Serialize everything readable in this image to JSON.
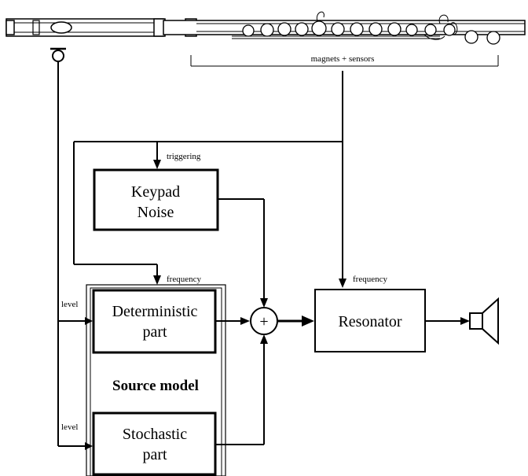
{
  "labels": {
    "magnets_sensors": "magnets + sensors",
    "triggering": "triggering",
    "frequency_source": "frequency",
    "frequency_resonator": "frequency",
    "level_deterministic": "level",
    "level_stochastic": "level",
    "sum_symbol": "+"
  },
  "blocks": {
    "keypad_noise": [
      "Keypad",
      "Noise"
    ],
    "deterministic_part": [
      "Deterministic",
      "part"
    ],
    "stochastic_part": [
      "Stochastic",
      "part"
    ],
    "resonator": "Resonator",
    "source_model": "Source model"
  },
  "icons": {
    "flute": "flute-icon",
    "speaker": "speaker-icon",
    "sensor": "pickup-sensor-icon"
  }
}
